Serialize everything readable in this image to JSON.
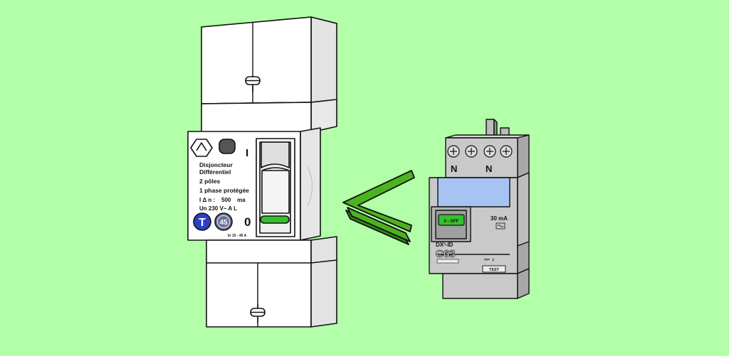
{
  "colors": {
    "background": "#b3ffa9",
    "big_breaker_body": "#ffffff",
    "small_breaker_body": "#c9c9c9",
    "small_breaker_window": "#a7c3f2",
    "chevron": "#4cb320",
    "indicator_green": "#34c02c",
    "test_button_blue": "#2a3fc9"
  },
  "big_breaker": {
    "label_line1": "Disjoncteur",
    "label_line2": "Différentiel",
    "label_line3": "2 pôles",
    "label_line4": "1 phase  protégée",
    "label_sensitivity_prefix": "I Δ n  :",
    "label_sensitivity_value": "500",
    "label_sensitivity_unit": "ma",
    "label_voltage": "Un 230 V~ A L",
    "on_mark": "I",
    "off_mark": "0",
    "test_button_text": "T",
    "rating_badge": "45",
    "rating_range": "In 15 - 45 A"
  },
  "small_breaker": {
    "terminal_label_1": "N",
    "terminal_label_2": "N",
    "sensitivity": "30 mA",
    "switch_status": "0 - OFF",
    "series": "DX³-ID",
    "rating": "C63",
    "type_label": "type",
    "type_value": "I",
    "test_label": "TEST"
  },
  "chevron": {
    "direction": "pointing-left"
  }
}
